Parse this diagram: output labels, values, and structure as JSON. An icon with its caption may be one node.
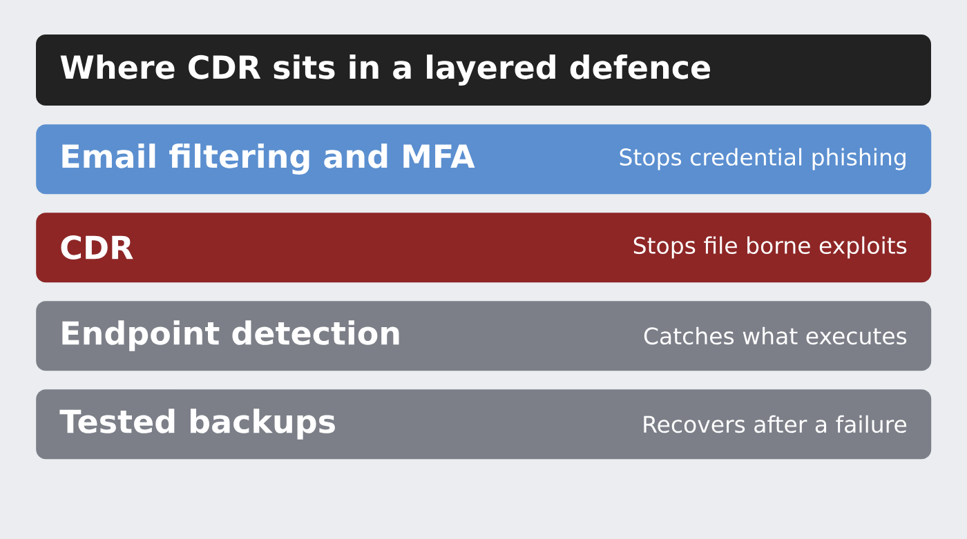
{
  "diagram": {
    "title": "Where CDR sits in a layered defence",
    "nodes": [
      {
        "text": [
          "Email filtering and MFA",
          "Stops credential phishing"
        ]
      },
      {
        "text": [
          "CDR",
          "Stops file borne exploits"
        ]
      },
      {
        "text": [
          "Endpoint detection",
          "Catches what executes"
        ]
      },
      {
        "text": [
          "Tested backups",
          "Recovers after a failure"
        ]
      }
    ]
  }
}
